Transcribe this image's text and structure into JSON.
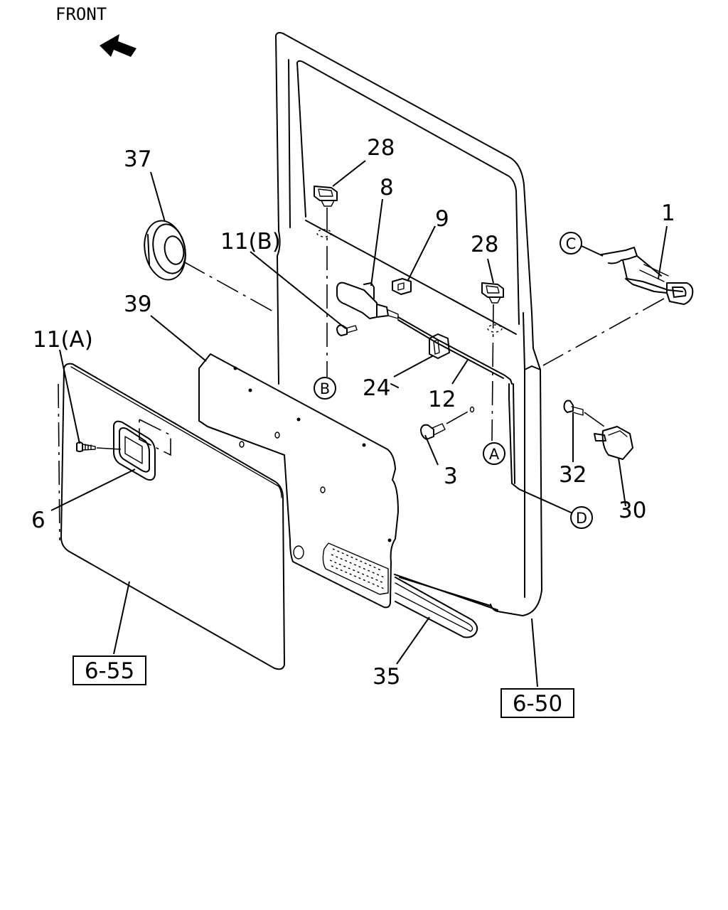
{
  "front_indicator": {
    "label": "FRONT",
    "icon": "arrow-front-icon"
  },
  "parts": {
    "p1": "1",
    "p3": "3",
    "p6": "6",
    "p8": "8",
    "p9": "9",
    "p11a": "11(A)",
    "p11b": "11(B)",
    "p12": "12",
    "p24": "24",
    "p28a": "28",
    "p28b": "28",
    "p30": "30",
    "p32": "32",
    "p35": "35",
    "p37": "37",
    "p39": "39"
  },
  "connectors": {
    "A": "A",
    "B": "B",
    "C": "C",
    "D": "D"
  },
  "page_refs": {
    "left": "6-55",
    "right": "6-50"
  }
}
